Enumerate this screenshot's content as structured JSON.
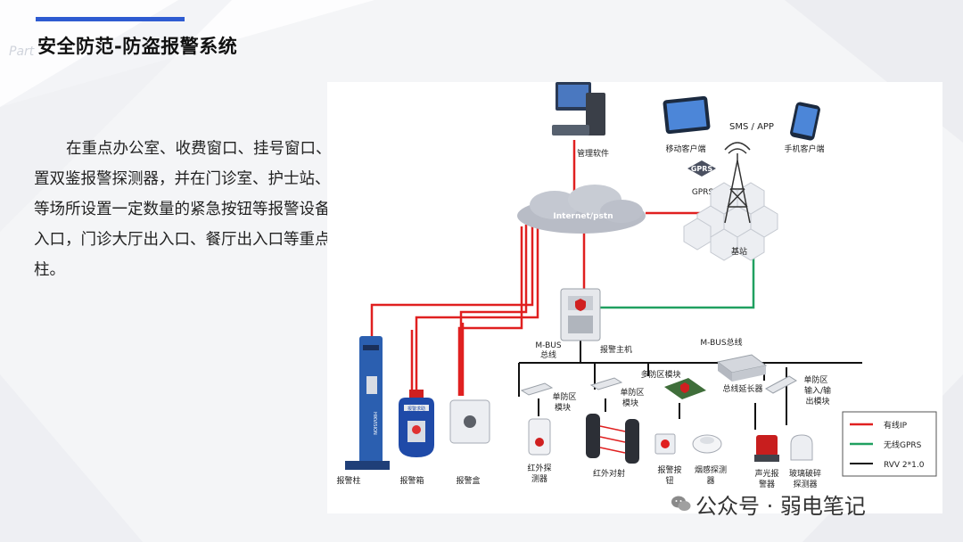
{
  "slide": {
    "part_label": "Part",
    "title": "安全防范-防盗报警系统",
    "description": "在重点办公室、收费窗口、挂号窗口、重点机房等场所设置双鉴报警探测器，并在门诊室、护士站、收费窗口、挂号窗口等场所设置一定数量的紧急按钮等报警设备；可以在医院大门出入口，门诊大厅出入口、餐厅出入口等重点区域安装一键式报警柱。",
    "watermark": "公众号 · 弱电笔记"
  },
  "diagram": {
    "nodes": {
      "management_software": "管理软件",
      "mobile_client": "移动客户端",
      "phone_client": "手机客户端",
      "sms_app": "SMS / APP",
      "gprs_badge": "GPRS",
      "gprs": "GPRS",
      "internet": "Internet/pstn",
      "base_station": "基站",
      "alarm_host": "报警主机",
      "mbus_line_left": "M-BUS",
      "mbus_line_left2": "总线",
      "mbus_bus": "M-BUS总线",
      "bus_extender": "总线延长器",
      "multi_zone": "多防区模块",
      "single_zone_1a": "单防区",
      "single_zone_1b": "模块",
      "single_zone_2a": "单防区",
      "single_zone_2b": "模块",
      "single_zone_io_a": "单防区",
      "single_zone_io_b": "输入/输",
      "single_zone_io_c": "出模块",
      "alarm_post": "报警柱",
      "alarm_box": "报警箱",
      "alarm_button_box": "报警盒",
      "ir_detector_a": "红外探",
      "ir_detector_b": "测器",
      "ir_beam": "红外对射",
      "panic_button_a": "报警按",
      "panic_button_b": "钮",
      "smoke_detector_a": "烟感探测",
      "smoke_detector_b": "器",
      "siren_a": "声光报",
      "siren_b": "警器",
      "glass_break_a": "玻璃破碎",
      "glass_break_b": "探测器",
      "post_text": "HIKVISION",
      "box_text": "报警求助"
    },
    "legend": [
      {
        "label": "有线IP",
        "color": "#e02020"
      },
      {
        "label": "无线GPRS",
        "color": "#20a060"
      },
      {
        "label": "RVV 2*1.0",
        "color": "#111111"
      }
    ]
  }
}
